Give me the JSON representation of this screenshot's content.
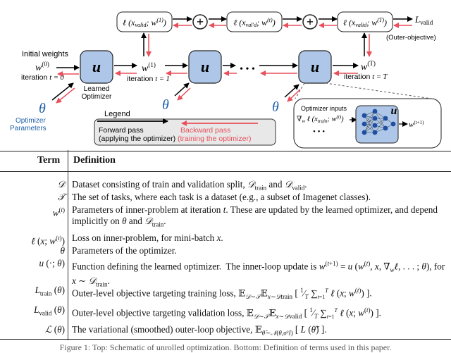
{
  "diagram": {
    "initial_weights": "Initial weights",
    "w0": "w",
    "w0_sup": "(0)",
    "iteration_0": "iteration",
    "t_eq_0": "t = 0",
    "u_symbol": "u",
    "learned_optimizer": [
      "Learned",
      "Optimizer"
    ],
    "w1": "w",
    "w1_sup": "(1)",
    "iteration_1": "iteration",
    "t_eq_1": "t = 1",
    "ellipsis": "• • •",
    "wT": "w",
    "wT_sup": "(T)",
    "iteration_T": "iteration",
    "t_eq_T": "t = T",
    "theta": "θ",
    "optimizer_parameters": [
      "Optimizer",
      "Parameters"
    ],
    "loss_boxes": [
      "ℓ (x_valid; w^(1))",
      "ℓ (x_val'd; w^(t))",
      "ℓ (x_valid; w^(T))"
    ],
    "plus": "+",
    "L_valid": "L",
    "L_valid_sub": "valid",
    "outer_objective": "(Outer-objective)",
    "legend_title": "Legend",
    "forward_pass": "Forward pass",
    "forward_pass_sub": "(applying the optimizer)",
    "backward_pass": "Backward pass",
    "backward_pass_sub": "(training the optimizer)",
    "optimizer_inputs": "Optimizer inputs",
    "inputs_formula": "∇_w ℓ (x_train; w^(t))",
    "inputs_dots": "• • •",
    "w_next": "w^(t+1)",
    "colors": {
      "node_fill": "#aec7e8",
      "forward": "#000000",
      "backward": "#e8505b",
      "theta": "#1f5fa8",
      "legend_fill": "#e8e8e8"
    }
  },
  "table": {
    "col_term": "Term",
    "col_definition": "Definition",
    "rows": [
      {
        "term": "𝒟",
        "definition": "Dataset consisting of train and validation split, 𝒟train and 𝒟valid."
      },
      {
        "term": "𝒯",
        "definition": "The set of tasks, where each task is a dataset (e.g., a subset of Imagenet classes)."
      },
      {
        "term": "w(t)",
        "definition": "Parameters of inner-problem at iteration t. These are updated by the learned optimizer, and depend implicitly on θ and 𝒟train."
      },
      {
        "term": "ℓ (x; w(t))",
        "definition": "Loss on inner-problem, for mini-batch x."
      },
      {
        "term": "θ",
        "definition": "Parameters of the optimizer."
      },
      {
        "term": "u (·; θ)",
        "definition": "Function defining the learned optimizer. The inner-loop update is w(t+1) = u (w(t), x, ∇wℓ, . . . ; θ), for x ∼ 𝒟train."
      },
      {
        "term": "Ltrain (θ)",
        "definition": "Outer-level objective targeting training loss, 𝔼𝒟∼𝒯 𝔼x∼𝒟train [ 1/T ∑t=1..T ℓ (x; w(t)) ]."
      },
      {
        "term": "Lvalid (θ)",
        "definition": "Outer-level objective targeting validation loss, 𝔼𝒟∼𝒯 𝔼x∼𝒟valid [ 1/T ∑t=1..T ℓ (x; w(t)) ]."
      },
      {
        "term": "ℒ (θ)",
        "definition": "The variational (smoothed) outer-loop objective, 𝔼θ̃∼𝒩(θ,σ²I) [ L (θ̃) ]."
      }
    ]
  },
  "caption": "Figure 1: Top: Schematic of unrolled optimization. Bottom: Definition of terms used in this paper."
}
